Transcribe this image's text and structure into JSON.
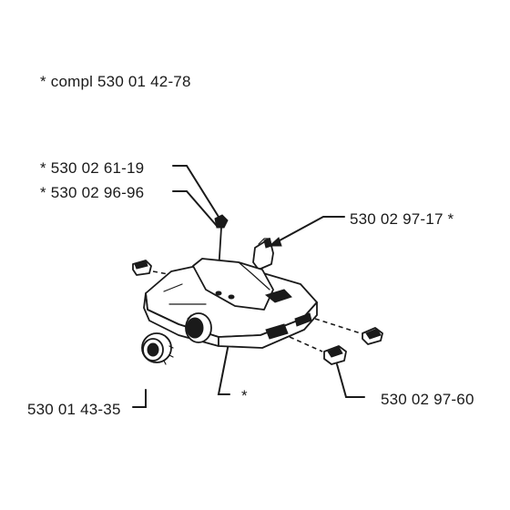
{
  "callouts": {
    "assembly": "*  compl 530 01 42-78",
    "screw": "*  530 02 61-19",
    "washer": "*  530 02 96-96",
    "vent": "530 02 97-17  *",
    "cap": "530 01 43-35",
    "tank": "*",
    "rubber_buffer": "530 02 97-60"
  }
}
